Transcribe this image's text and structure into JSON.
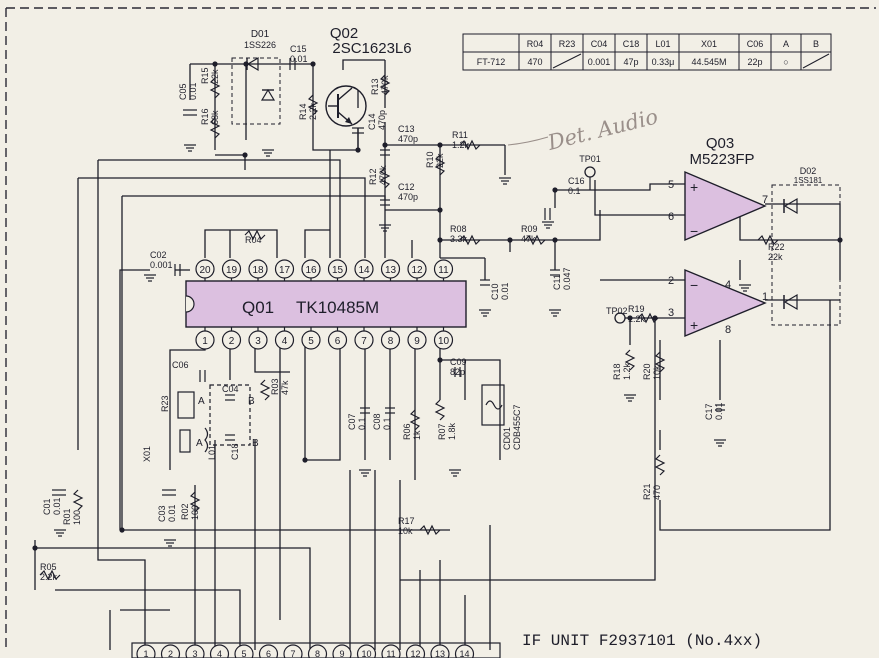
{
  "transistor_q02": {
    "ref": "Q02",
    "part": "2SC1623L6"
  },
  "diode_d01": {
    "ref": "D01",
    "part": "1SS226"
  },
  "opamp_q03": {
    "ref": "Q03",
    "part": "M5223FP"
  },
  "diode_d02": {
    "ref": "D02",
    "part": "1SS181"
  },
  "ic_q01": {
    "ref": "Q01",
    "part": "TK10485M"
  },
  "ic_pins_top": [
    "20",
    "19",
    "18",
    "17",
    "16",
    "15",
    "14",
    "13",
    "12",
    "11"
  ],
  "ic_pins_bottom": [
    "1",
    "2",
    "3",
    "4",
    "5",
    "6",
    "7",
    "8",
    "9",
    "10"
  ],
  "opamp_pins": {
    "p5": "5",
    "p6": "6",
    "p7": "7",
    "p2": "2",
    "p3": "3",
    "p4": "4",
    "p1": "1",
    "p8": "8"
  },
  "test_points": {
    "tp01": "TP01",
    "tp02": "TP02"
  },
  "handwritten_note": "Det. Audio",
  "variant_table": {
    "headers": [
      "",
      "R04",
      "R23",
      "C04",
      "C18",
      "L01",
      "X01",
      "C06",
      "A",
      "B"
    ],
    "row": [
      "FT-712",
      "470",
      "",
      "0.001",
      "47p",
      "0.33μ",
      "44.545M",
      "22p",
      "○",
      ""
    ]
  },
  "title_block": "IF UNIT  F2937101  (No.4xx)",
  "connector_pins": [
    "1",
    "2",
    "3",
    "4",
    "5",
    "6",
    "7",
    "8",
    "9",
    "10",
    "11",
    "12",
    "13",
    "14"
  ],
  "components": {
    "r15": {
      "ref": "R15",
      "val": "22k"
    },
    "r16": {
      "ref": "R16",
      "val": "68k"
    },
    "c05": {
      "ref": "C05",
      "val": "0.01"
    },
    "c15": {
      "ref": "C15",
      "val": "0.01"
    },
    "r14": {
      "ref": "R14",
      "val": "2.2k"
    },
    "r13": {
      "ref": "R13",
      "val": "470k"
    },
    "c14": {
      "ref": "C14",
      "val": "470p"
    },
    "c13": {
      "ref": "C13",
      "val": "470p"
    },
    "r11": {
      "ref": "R11",
      "val": "1.2k"
    },
    "r12": {
      "ref": "R12",
      "val": "470k"
    },
    "c12": {
      "ref": "C12",
      "val": "470p"
    },
    "r10": {
      "ref": "R10",
      "val": "22k"
    },
    "c16": {
      "ref": "C16",
      "val": "0.1"
    },
    "r08": {
      "ref": "R08",
      "val": "3.3k"
    },
    "r09": {
      "ref": "R09",
      "val": "47k"
    },
    "c11": {
      "ref": "C11",
      "val": "0.047"
    },
    "c10": {
      "ref": "C10",
      "val": "0.01"
    },
    "r22": {
      "ref": "R22",
      "val": "22k"
    },
    "r04": {
      "ref": "R04",
      "val": ""
    },
    "c02": {
      "ref": "C02",
      "val": "0.001"
    },
    "r19": {
      "ref": "R19",
      "val": "1.2k"
    },
    "r18": {
      "ref": "R18",
      "val": "1.2k"
    },
    "r20": {
      "ref": "R20",
      "val": "10k"
    },
    "c17": {
      "ref": "C17",
      "val": "0.01"
    },
    "r21": {
      "ref": "R21",
      "val": "470"
    },
    "r17": {
      "ref": "R17",
      "val": "10k"
    },
    "c06": {
      "ref": "C06",
      "val": ""
    },
    "r23": {
      "ref": "R23",
      "val": ""
    },
    "c04": {
      "ref": "C04",
      "val": ""
    },
    "r03": {
      "ref": "R03",
      "val": "47k"
    },
    "x01": {
      "ref": "X01",
      "val": ""
    },
    "l01": {
      "ref": "L01",
      "val": ""
    },
    "c18": {
      "ref": "C18",
      "val": ""
    },
    "c07": {
      "ref": "C07",
      "val": "0.1"
    },
    "c08": {
      "ref": "C08",
      "val": "0.1"
    },
    "r06": {
      "ref": "R06",
      "val": "1k"
    },
    "r07": {
      "ref": "R07",
      "val": "1.8k"
    },
    "c09": {
      "ref": "C09",
      "val": "82p"
    },
    "cd01": {
      "ref": "CD01",
      "val": "CDB455C7"
    },
    "c01": {
      "ref": "C01",
      "val": "0.01"
    },
    "r01": {
      "ref": "R01",
      "val": "100"
    },
    "c03": {
      "ref": "C03",
      "val": "0.01"
    },
    "r02": {
      "ref": "R02",
      "val": "100"
    },
    "r05": {
      "ref": "R05",
      "val": "2.2k"
    }
  },
  "jumper_marks": {
    "a": "A",
    "b": "B",
    "a2": "A",
    "b2": "B"
  },
  "colors": {
    "ink": "#1e1e2a",
    "paper": "#f2efe6",
    "ic_fill": "#dcc0e0",
    "pencil": "#9a8f8a"
  }
}
